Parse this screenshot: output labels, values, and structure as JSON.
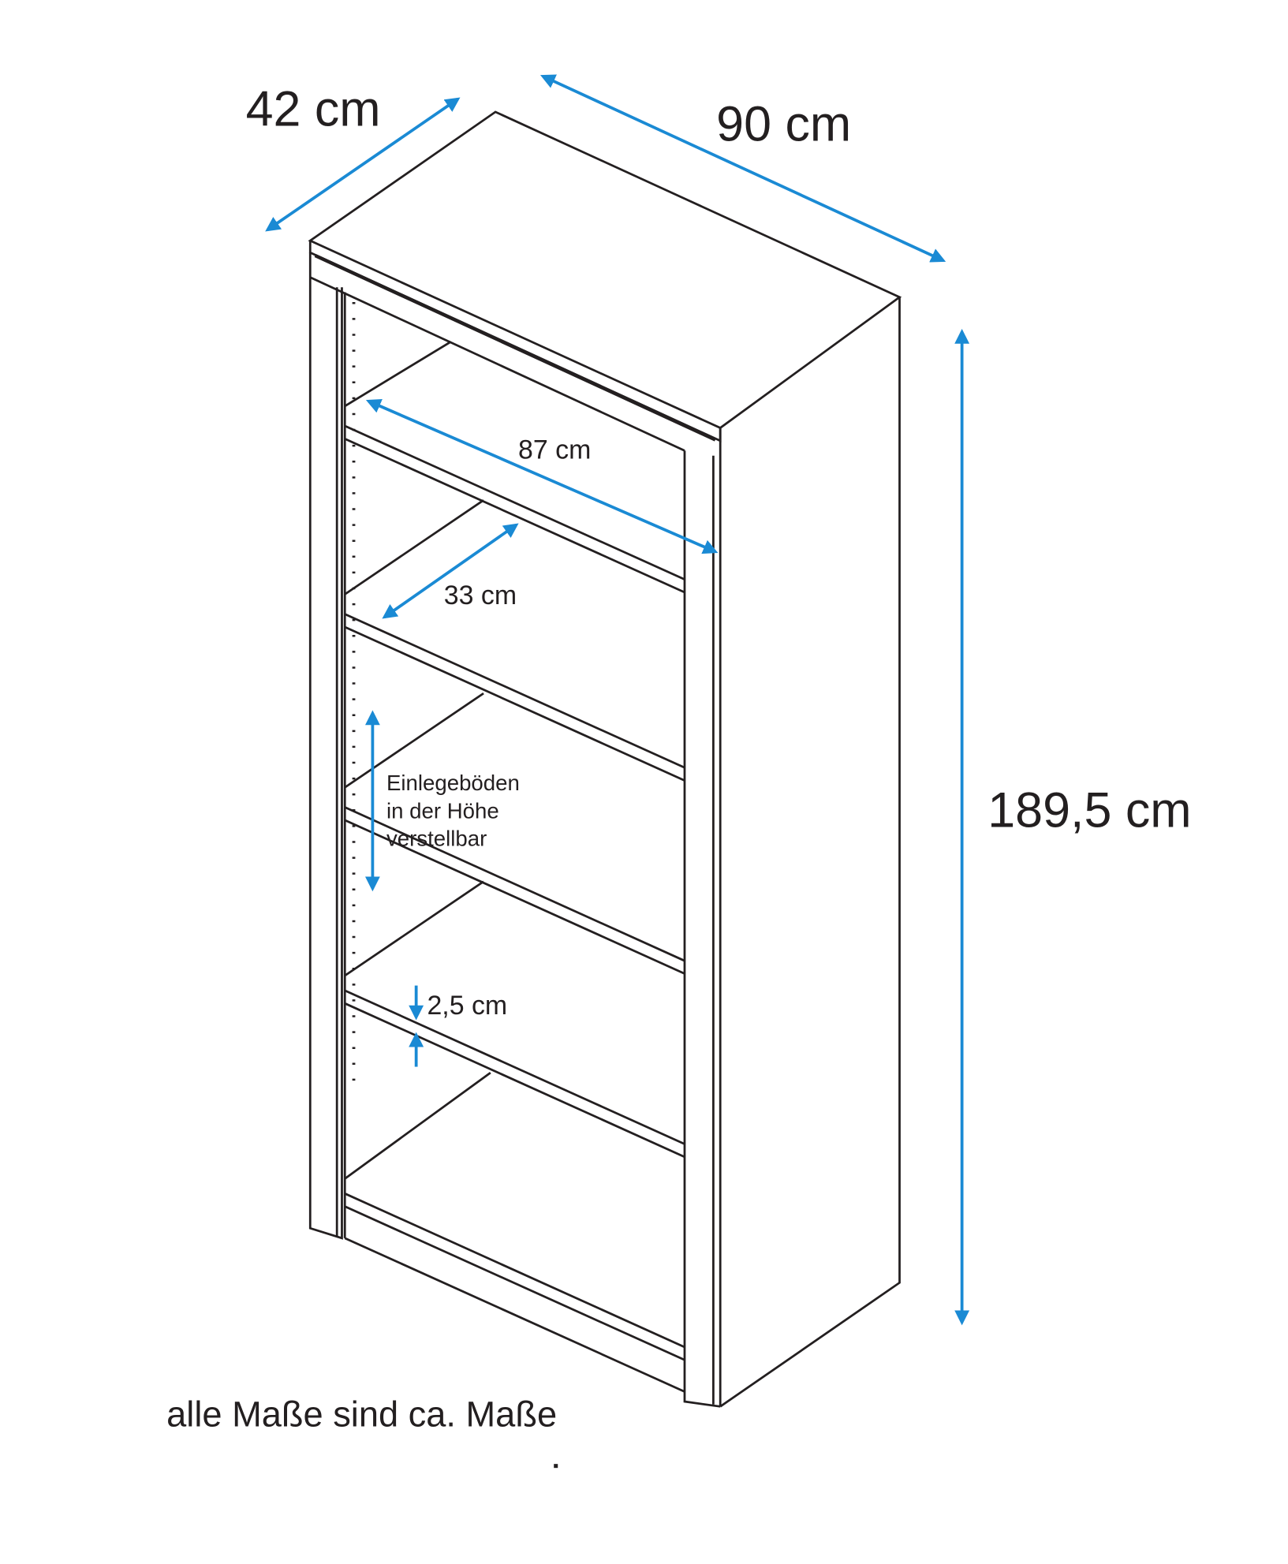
{
  "dimensions": {
    "depth": "42 cm",
    "width": "90 cm",
    "height": "189,5 cm",
    "inner_width": "87 cm",
    "shelf_depth": "33 cm",
    "shelf_thickness": "2,5 cm"
  },
  "note_adjustable": [
    "Einlegeböden",
    "in der Höhe",
    "verstellbar"
  ],
  "footer": "alle Maße sind ca. Maße",
  "colors": {
    "arrow": "#1a8ad4",
    "line": "#231f20"
  }
}
